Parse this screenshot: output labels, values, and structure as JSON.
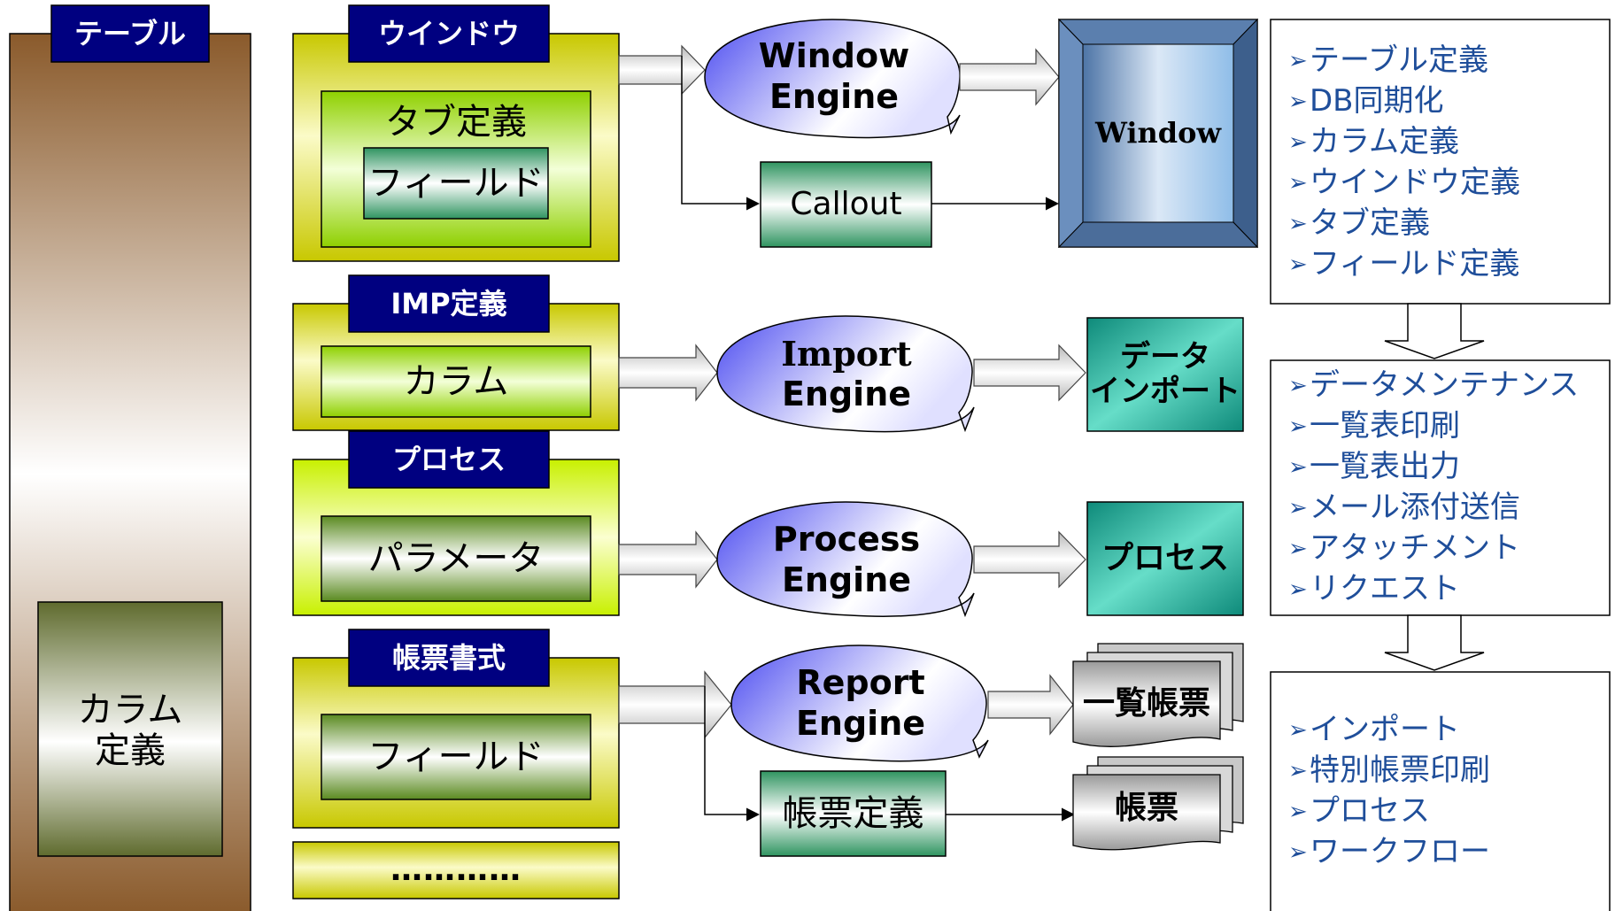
{
  "table_column": {
    "header": "テーブル",
    "column_def": [
      "カラム",
      "定義"
    ]
  },
  "window_group": {
    "header": "ウインドウ",
    "tab_def": "タブ定義",
    "field": "フィールド"
  },
  "imp_group": {
    "header": "IMP定義",
    "column": "カラム"
  },
  "process_group": {
    "header": "プロセス",
    "parameter": "パラメータ"
  },
  "report_group": {
    "header": "帳票書式",
    "field": "フィールド"
  },
  "more_group": {
    "label": "…………"
  },
  "engines": {
    "window": [
      "Window",
      "Engine"
    ],
    "import": [
      "Import",
      "Engine"
    ],
    "process": [
      "Process",
      "Engine"
    ],
    "report": [
      "Report",
      "Engine"
    ]
  },
  "callout": "Callout",
  "report_def": "帳票定義",
  "outputs": {
    "window": "Window",
    "data_import": [
      "データ",
      "インポート"
    ],
    "process": "プロセス",
    "list_report": "一覧帳票",
    "report": "帳票"
  },
  "feature_lists": {
    "definitions": [
      "テーブル定義",
      "DB同期化",
      "カラム定義",
      "ウインドウ定義",
      "タブ定義",
      "フィールド定義"
    ],
    "window_features": [
      "データメンテナンス",
      "一覧表印刷",
      "一覧表出力",
      "メール添付送信",
      "アタッチメント",
      "リクエスト"
    ],
    "other_features": [
      "インポート",
      "特別帳票印刷",
      "プロセス",
      "ワークフロー"
    ]
  },
  "colors": {
    "navy": "#000080",
    "list_text": "#1f4e9a",
    "teal": "#1a9e8c",
    "green": "#5a8a2a"
  }
}
